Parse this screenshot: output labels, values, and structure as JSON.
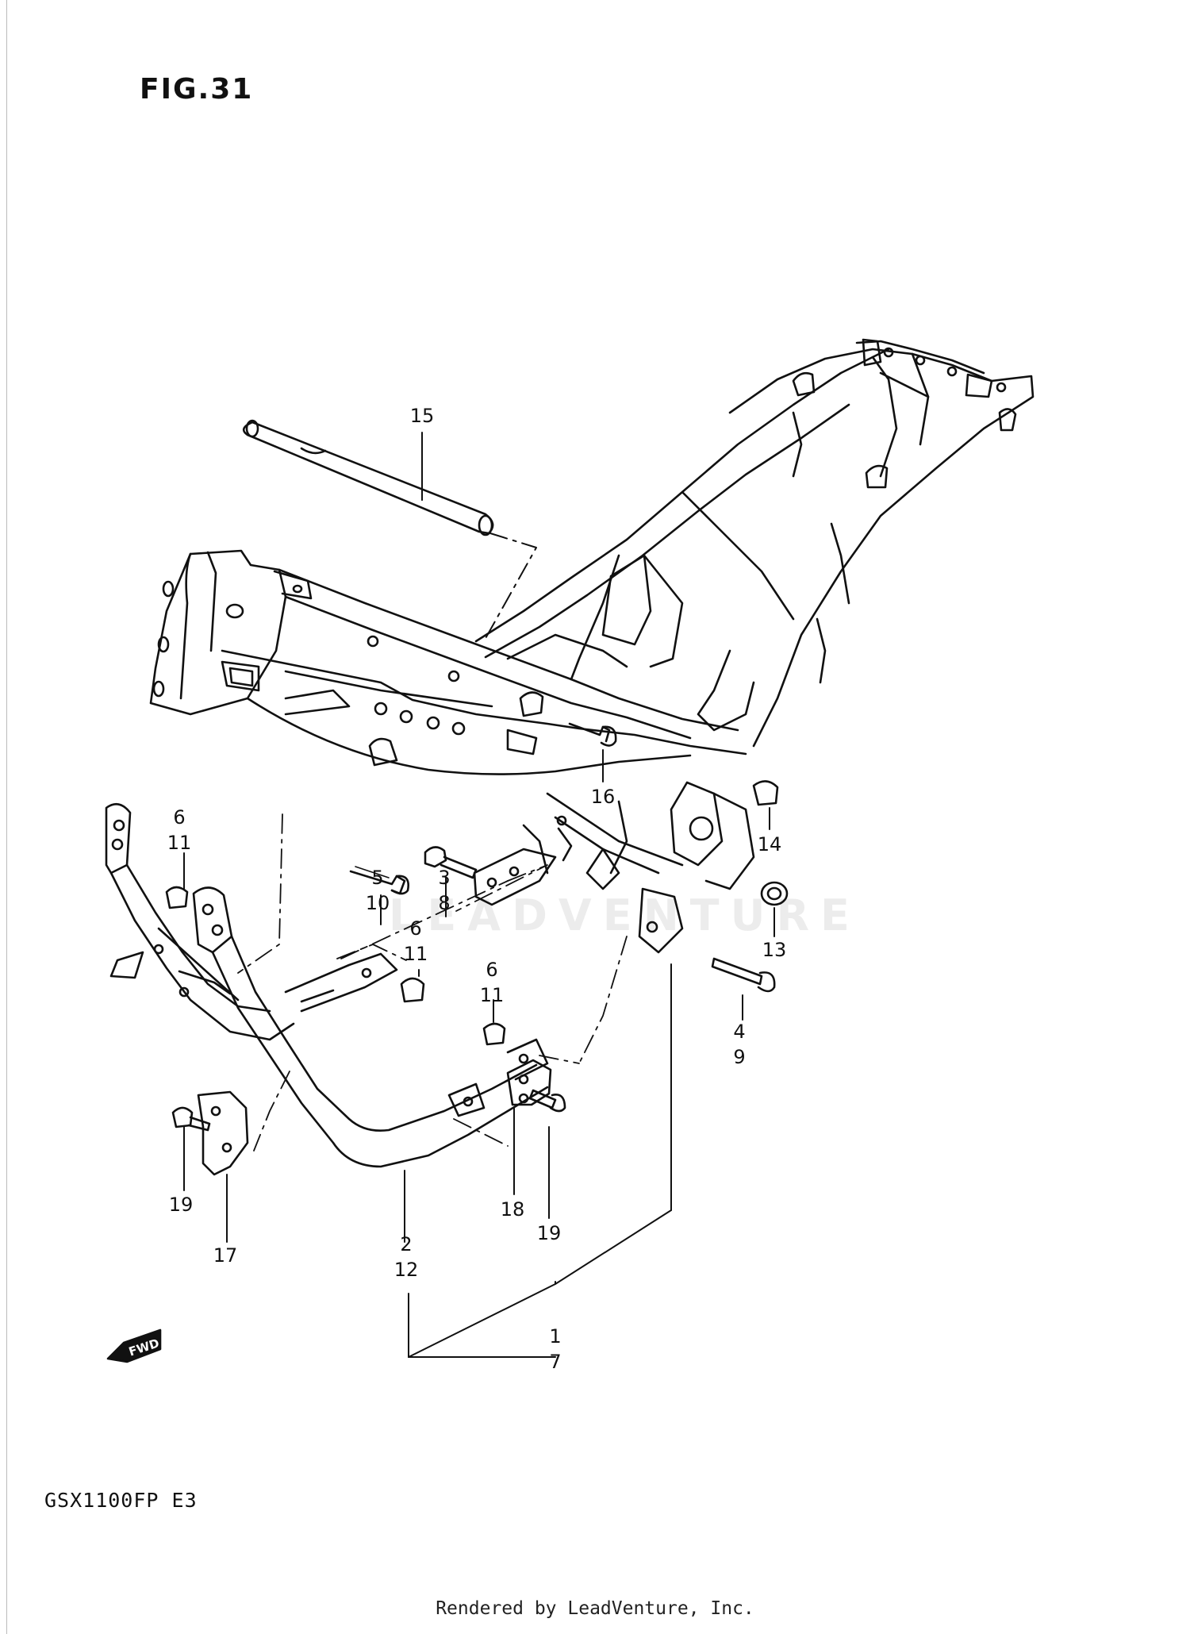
{
  "figure": {
    "title": "FIG.31",
    "model": "GSX1100FP  E3"
  },
  "footer": {
    "text": "Rendered by LeadVenture, Inc."
  },
  "watermark": {
    "text": "LEADVENTURE"
  },
  "fwd_badge": {
    "text": "FWD"
  },
  "callouts": [
    "15",
    "16",
    "14",
    "6",
    "11",
    "5",
    "10",
    "3",
    "8",
    "6",
    "11",
    "13",
    "6",
    "11",
    "4",
    "9",
    "19",
    "17",
    "2",
    "12",
    "18",
    "19",
    "1",
    "7"
  ],
  "colors": {
    "ink": "#111111",
    "paper": "#ffffff"
  }
}
